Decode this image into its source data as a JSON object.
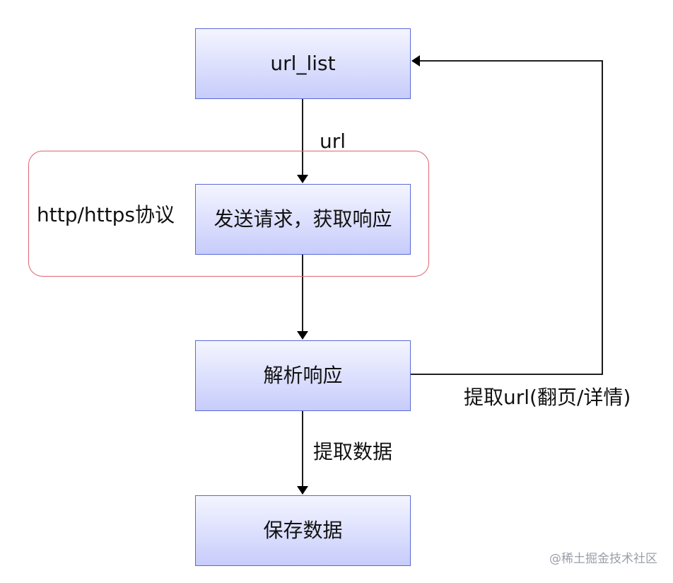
{
  "nodes": {
    "url_list": "url_list",
    "request": "发送请求，获取响应",
    "parse": "解析响应",
    "save": "保存数据"
  },
  "labels": {
    "url": "url",
    "protocol": "http/https协议",
    "extract_url": "提取url(翻页/详情)",
    "extract_data": "提取数据"
  },
  "watermark": "@稀土掘金技术社区",
  "colors": {
    "node_border": "#5a6ad6",
    "node_fill_top": "#f4f5ff",
    "node_fill_bottom": "#c7ccfb",
    "group_border": "#e06470",
    "arrow": "#000000"
  }
}
